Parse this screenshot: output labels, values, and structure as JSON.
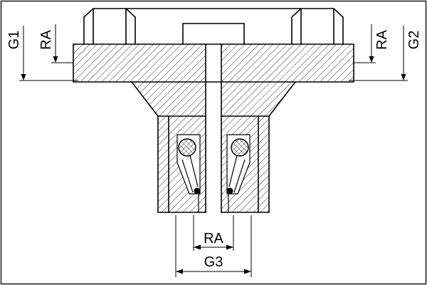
{
  "labels": {
    "g1": "G1",
    "ra_left": "RA",
    "ra_right": "RA",
    "g2": "G2",
    "ra_bottom": "RA",
    "g3": "G3"
  },
  "colors": {
    "line": "#000000",
    "background": "#ffffff"
  }
}
